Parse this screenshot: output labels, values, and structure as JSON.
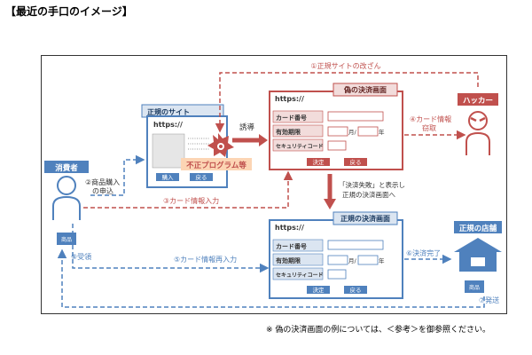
{
  "title": "【最近の手口のイメージ】",
  "footnote": "※ 偽の決済画面の例については、＜参考＞を御参照ください。",
  "actors": {
    "consumer": "消費者",
    "hacker": "ハッカー",
    "store": "正規の店舗",
    "goods": "商品"
  },
  "legit_site": {
    "title": "正規のサイト",
    "url": "https://",
    "buy_button": "購入",
    "back_button": "戻る",
    "malware_label": "不正プログラム等"
  },
  "fake_screen": {
    "title": "偽の決済画面",
    "url": "https://",
    "fields": [
      "カード番号",
      "有効期限",
      "セキュリティコード"
    ],
    "month": "月/",
    "year": "年",
    "confirm_button": "決定",
    "back_button": "戻る"
  },
  "real_screen": {
    "title": "正規の決済画面",
    "url": "https://",
    "fields": [
      "カード番号",
      "有効期限",
      "セキュリティコード"
    ],
    "month": "月/",
    "year": "年",
    "confirm_button": "決定",
    "back_button": "戻る"
  },
  "steps": {
    "s1": "①正規サイトの改ざん",
    "s2a": "②商品購入",
    "s2b": "の申込",
    "s3": "③カード情報入力",
    "s4a": "④カード情報",
    "s4b": "窃取",
    "s5": "⑤カード情報再入力",
    "s6": "⑥決済完了",
    "s7": "⑦発送",
    "s8": "⑧受領",
    "redirect": "誘導",
    "fail_a": "「決済失敗」と表示し",
    "fail_b": "正規の決済画面へ"
  },
  "colors": {
    "red": "#c0504d",
    "blue": "#4f81bd",
    "pink": "#f2dcdb",
    "lightblue": "#dbe5f1",
    "malware": "#fcd5b4"
  }
}
